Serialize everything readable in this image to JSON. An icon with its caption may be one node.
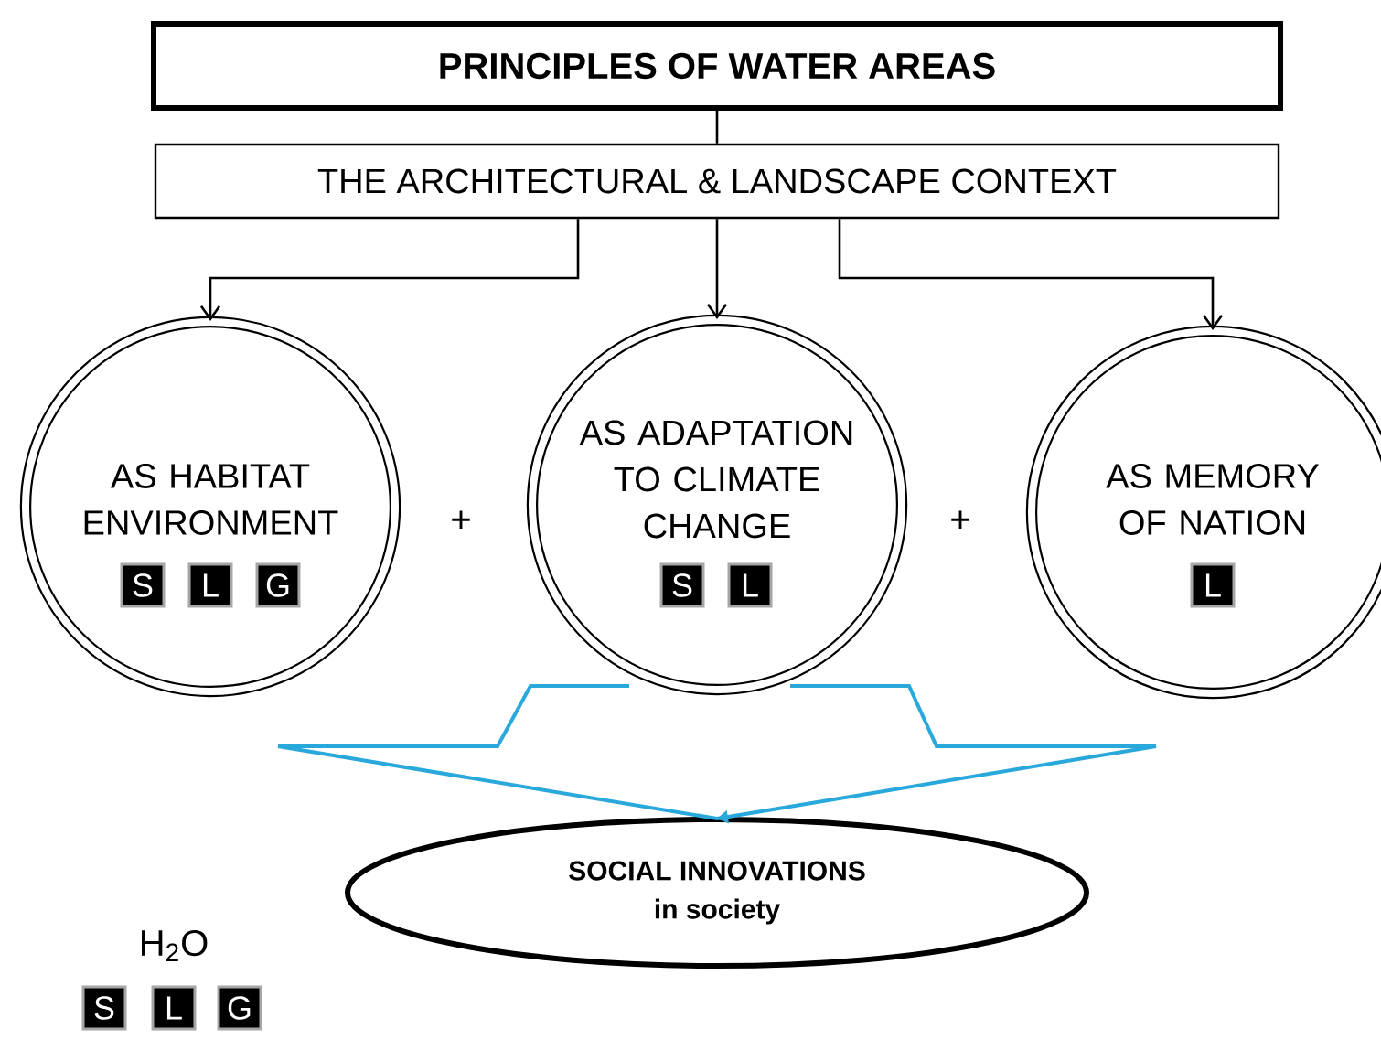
{
  "diagram": {
    "nodes": [
      {
        "text": [
          "PRINCIPLES OF WATER AREAS"
        ]
      },
      {
        "text": [
          "THE ARCHITECTURAL & LANDSCAPE CONTEXT"
        ]
      },
      {
        "text": [
          "AS HABITAT ENVIRONMENT"
        ]
      },
      {
        "text": [
          "S"
        ],
        "in": 2
      },
      {
        "text": [
          "L"
        ],
        "in": 2
      },
      {
        "text": [
          "G"
        ],
        "in": 2
      },
      {
        "text": [
          "AS ADAPTATION TO CLIMATE CHANGE"
        ]
      },
      {
        "text": [
          "S"
        ],
        "in": 6
      },
      {
        "text": [
          "L"
        ],
        "in": 6
      },
      {
        "text": [
          "AS MEMORY OF NATION"
        ]
      },
      {
        "text": [
          "L"
        ],
        "in": 9
      },
      {
        "text": [
          "SOCIAL INNOVATIONS",
          "in society"
        ]
      },
      {
        "text": [
          "S"
        ]
      },
      {
        "text": [
          "L"
        ]
      },
      {
        "text": [
          "G"
        ]
      }
    ],
    "edges": [
      {
        "from": 0,
        "to": 1,
        "arrow": "none"
      },
      {
        "from": 1,
        "to": 2,
        "arrow": "to"
      },
      {
        "from": 1,
        "to": 6,
        "arrow": "to"
      },
      {
        "from": 1,
        "to": 9,
        "arrow": "to"
      },
      {
        "from": 6,
        "to": 11,
        "arrow": "to",
        "color": "#29a8dc"
      }
    ],
    "labels": [
      "+",
      "+",
      "H$_{2}$O"
    ]
  }
}
